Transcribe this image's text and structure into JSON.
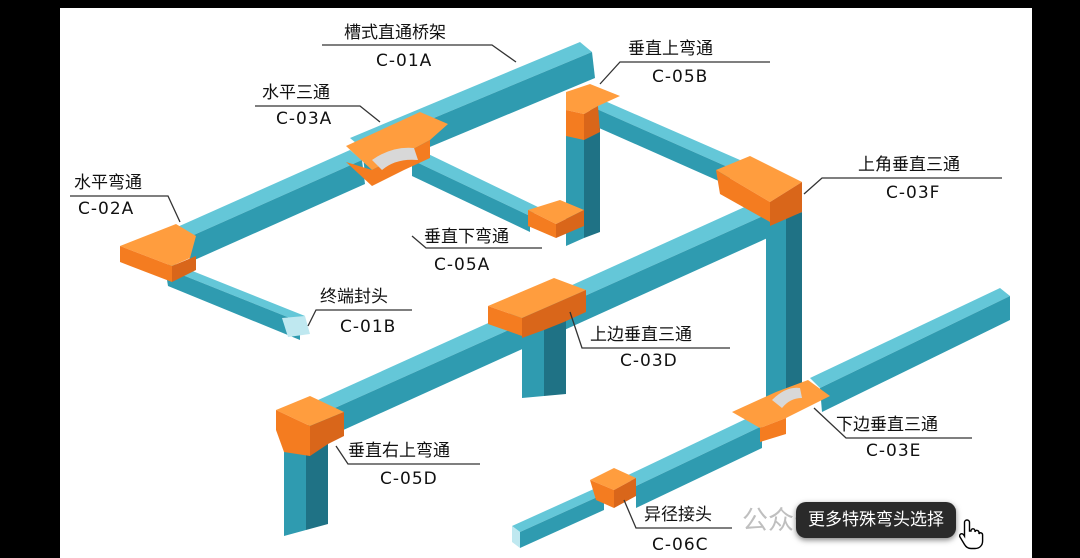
{
  "colors": {
    "tray": "#2f9bb0",
    "tray_top": "#64c7d8",
    "tray_dark": "#1f7285",
    "fitting": "#f47c20",
    "fitting_light": "#ff9d3e"
  },
  "labels": [
    {
      "id": "c01a",
      "name": "槽式直通桥架",
      "code": "C-01A"
    },
    {
      "id": "c05b",
      "name": "垂直上弯通",
      "code": "C-05B"
    },
    {
      "id": "c03a",
      "name": "水平三通",
      "code": "C-03A"
    },
    {
      "id": "c03f",
      "name": "上角垂直三通",
      "code": "C-03F"
    },
    {
      "id": "c02a",
      "name": "水平弯通",
      "code": "C-02A"
    },
    {
      "id": "c05a",
      "name": "垂直下弯通",
      "code": "C-05A"
    },
    {
      "id": "c01b",
      "name": "终端封头",
      "code": "C-01B"
    },
    {
      "id": "c03d",
      "name": "上边垂直三通",
      "code": "C-03D"
    },
    {
      "id": "c05d",
      "name": "垂直右上弯通",
      "code": "C-05D"
    },
    {
      "id": "c03e",
      "name": "下边垂直三通",
      "code": "C-03E"
    },
    {
      "id": "c06c",
      "name": "异径接头",
      "code": "C-06C"
    }
  ],
  "watermark": "公众号·桥架行业网",
  "tooltip": {
    "text": "更多特殊弯头选择"
  },
  "icons": {
    "cursor": "hand-pointer-icon"
  }
}
